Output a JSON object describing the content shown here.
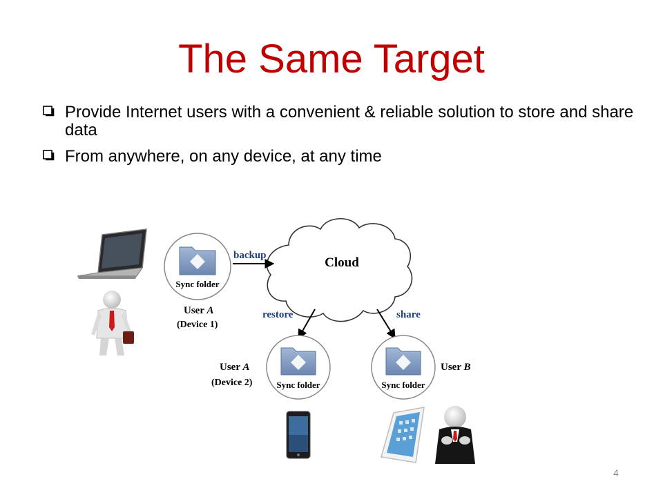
{
  "slide": {
    "title": "The Same Target",
    "bullets": [
      "Provide Internet users with a convenient & reliable solution to store and share data",
      "From anywhere, on any device, at any time"
    ],
    "page_number": "4"
  },
  "diagram": {
    "cloud_label": "Cloud",
    "folder_label": "Sync folder",
    "edges": {
      "backup": "backup",
      "restore": "restore",
      "share": "share"
    },
    "user_a1": {
      "name": "User",
      "letter": "A",
      "device": "(Device 1)"
    },
    "user_a2": {
      "name": "User",
      "letter": "A",
      "device": "(Device 2)"
    },
    "user_b": {
      "name": "User",
      "letter": "B"
    }
  },
  "colors": {
    "title": "#c00000",
    "arrow": "#000000",
    "folder_blue": "#7590b8"
  },
  "icons": [
    "checkbox-bullet-icon",
    "laptop-icon",
    "businessman-icon",
    "phone-icon",
    "tablet-icon",
    "folder-icon"
  ]
}
